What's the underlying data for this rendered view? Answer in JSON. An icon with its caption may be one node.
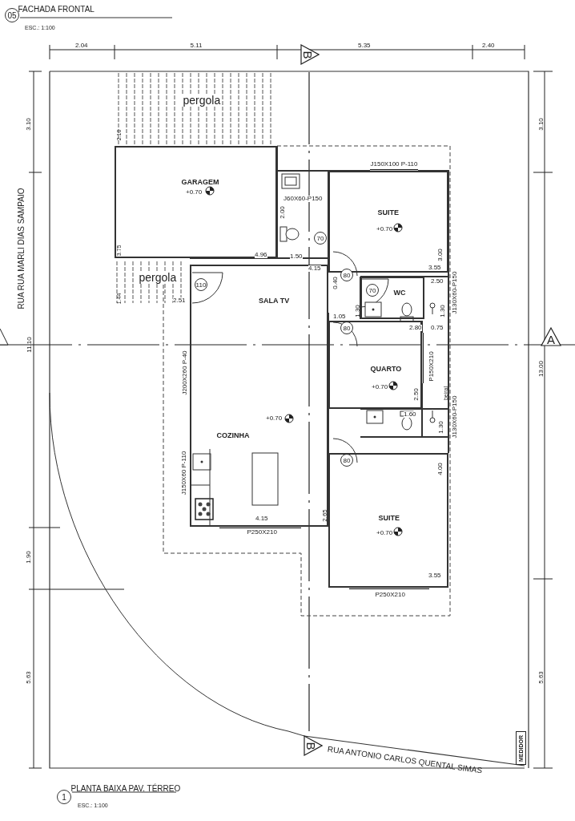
{
  "diagram": {
    "nodes": [
      {
        "text": [
          "05"
        ],
        "beside": [
          "FACHADA FRONTAL",
          "ESC.: 1:100"
        ]
      },
      {
        "text": [
          "B"
        ]
      },
      {
        "text": [
          "pergola"
        ]
      },
      {
        "text": [
          "GARAGEM",
          "+0.70"
        ]
      },
      {
        "text": [
          "SUITE",
          "+0.70"
        ]
      },
      {
        "text": [
          "70"
        ]
      },
      {
        "text": [
          "pergola"
        ]
      },
      {
        "text": [
          "110"
        ],
        "in": 8
      },
      {
        "text": [
          "SALA  TV"
        ]
      },
      {
        "text": [
          "80"
        ]
      },
      {
        "text": [
          "70"
        ],
        "in": 11
      },
      {
        "text": [
          "WC"
        ]
      },
      {
        "text": [
          "80"
        ],
        "in": 14
      },
      {
        "text": [
          "A"
        ]
      },
      {
        "text": [
          "QUARTO",
          "+0.70"
        ]
      },
      {
        "text": [
          "COZINHA",
          "+0.70"
        ]
      },
      {
        "text": [
          "80"
        ],
        "in": 17
      },
      {
        "text": [
          "SUITE",
          "+0.70"
        ]
      },
      {
        "text": [
          "B"
        ]
      },
      {
        "text": [
          "MEDIDOR"
        ]
      },
      {
        "text": [
          "1"
        ],
        "beside": [
          "PLANTA BAIXA PAV. TÉRREO",
          "ESC.: 1:100"
        ]
      }
    ],
    "labels": [
      "2.04",
      "5.11",
      "5.35",
      "2.40",
      "3.10",
      "3.10",
      "2.10",
      "J150X100 P-110",
      "J60X60-P150",
      "2.00",
      "RUA RUA MARLI DIAS  SAMPAIO",
      "3.75",
      "4.96",
      "1.50",
      "4.15",
      "3.00",
      "3.55",
      "0.40",
      "2.50",
      "J130X60-P150",
      "1.44",
      "2.51",
      "1.30",
      "1.30",
      "1.05",
      "2.80",
      "0.75",
      "11.10",
      "J200X260 P-40",
      "13.00",
      "P150X210",
      "2.50",
      "beiral",
      "1.60",
      "J130X60-P150",
      "1.30",
      "J150X60 P-110",
      "4.00",
      "4.15",
      "2.65",
      "P250X210",
      "1.90",
      "3.55",
      "P250X210",
      "5.63",
      "5.63",
      "RUA ANTONIO CARLOS QUENTAL SIMAS"
    ]
  }
}
